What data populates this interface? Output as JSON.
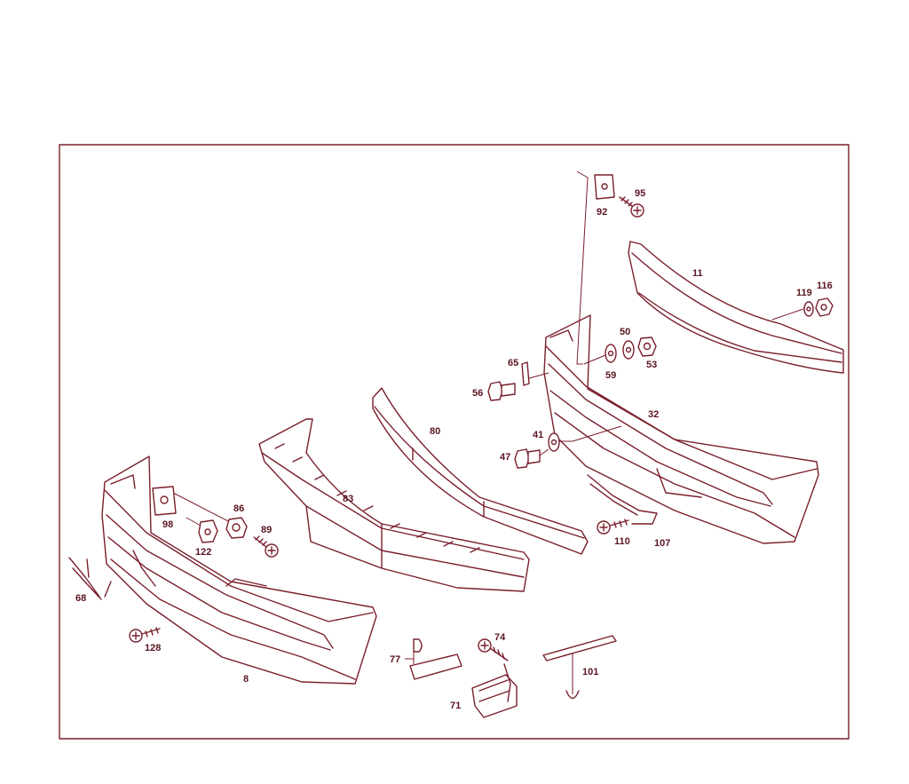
{
  "diagram": {
    "line_color": "#7a1f2b",
    "label_color": "#5a1420",
    "labels": {
      "p92": "92",
      "p95": "95",
      "p11": "11",
      "p119": "119",
      "p116": "116",
      "p50": "50",
      "p53": "53",
      "p59": "59",
      "p65": "65",
      "p56": "56",
      "p32": "32",
      "p80": "80",
      "p41": "41",
      "p47": "47",
      "p83": "83",
      "p86": "86",
      "p89": "89",
      "p98": "98",
      "p122": "122",
      "p68": "68",
      "p128": "128",
      "p8": "8",
      "p110": "110",
      "p107": "107",
      "p77": "77",
      "p74": "74",
      "p71": "71",
      "p101": "101"
    }
  }
}
